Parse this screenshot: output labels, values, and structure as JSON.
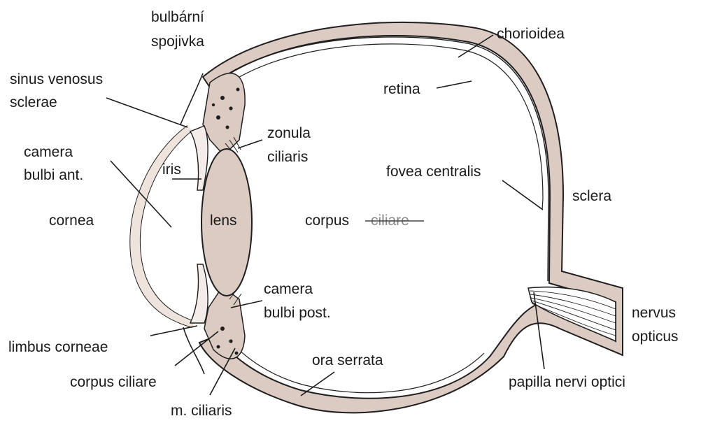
{
  "colors": {
    "background": "#ffffff",
    "wall_fill": "#dccbc2",
    "outline": "#1f1f1f",
    "label_text": "#1a1a1a",
    "faded_text": "#8a8a8a"
  },
  "labels": {
    "bulbarni_spojivka_1": "bulbární",
    "bulbarni_spojivka_2": "spojivka",
    "sinus_venosus_1": "sinus venosus",
    "sinus_venosus_2": "sclerae",
    "camera_ant_1": "camera",
    "camera_ant_2": "bulbi ant.",
    "iris": "iris",
    "cornea": "cornea",
    "lens": "lens",
    "limbus_corneae": "limbus corneae",
    "corpus_ciliare_bottom": "corpus ciliare",
    "m_ciliaris": "m. ciliaris",
    "zonula_1": "zonula",
    "zonula_2": "ciliaris",
    "camera_post_1": "camera",
    "camera_post_2": "bulbi post.",
    "corpus_word1": "corpus",
    "corpus_word2": "ciliare",
    "chorioidea": "chorioidea",
    "retina": "retina",
    "fovea_centralis": "fovea centralis",
    "sclera": "sclera",
    "nervus_1": "nervus",
    "nervus_2": "opticus",
    "ora_serrata": "ora serrata",
    "papilla_nervi_optici": "papilla nervi optici"
  }
}
